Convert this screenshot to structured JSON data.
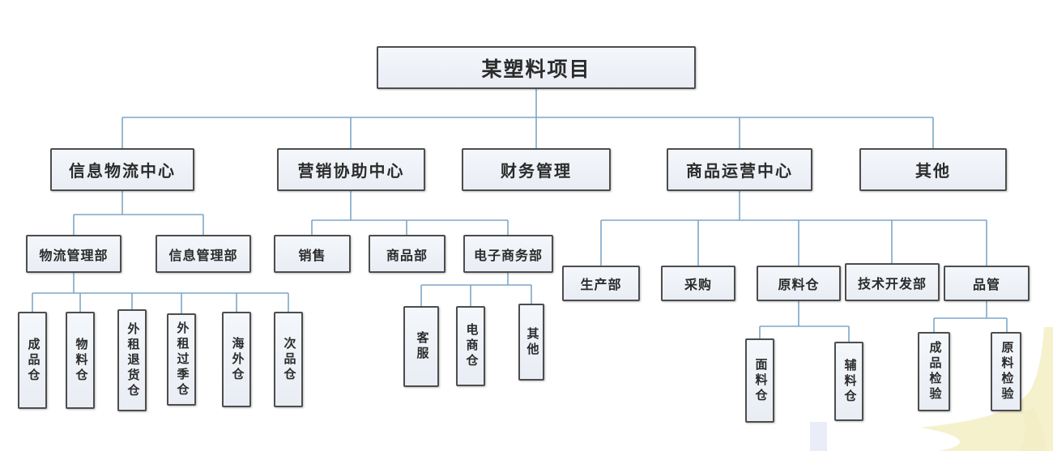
{
  "org": {
    "root": {
      "label": "某塑料项目"
    },
    "branches": [
      {
        "label": "信息物流中心",
        "children": [
          {
            "label": "物流管理部",
            "children": [
              {
                "label": "成品仓"
              },
              {
                "label": "物料仓"
              },
              {
                "label": "外租退货仓"
              },
              {
                "label": "外租过季仓"
              },
              {
                "label": "海外仓"
              },
              {
                "label": "次品仓"
              }
            ]
          },
          {
            "label": "信息管理部",
            "children": []
          }
        ]
      },
      {
        "label": "营销协助中心",
        "children": [
          {
            "label": "销售",
            "children": []
          },
          {
            "label": "商品部",
            "children": []
          },
          {
            "label": "电子商务部",
            "children": [
              {
                "label": "客服"
              },
              {
                "label": "电商仓"
              },
              {
                "label": "其他"
              }
            ]
          }
        ]
      },
      {
        "label": "财务管理",
        "children": []
      },
      {
        "label": "商品运营中心",
        "children": [
          {
            "label": "生产部",
            "children": []
          },
          {
            "label": "采购",
            "children": []
          },
          {
            "label": "原料仓",
            "children": [
              {
                "label": "面料仓"
              },
              {
                "label": "辅料仓"
              }
            ]
          },
          {
            "label": "技术开发部",
            "children": []
          },
          {
            "label": "品管",
            "children": [
              {
                "label": "成品检验"
              },
              {
                "label": "原料检验"
              }
            ]
          }
        ]
      },
      {
        "label": "其他",
        "children": []
      }
    ],
    "colors": {
      "box_fill": "#eef1f7",
      "box_border": "#4d4d4d",
      "connector_line": "#7ea6c8",
      "watermark": "#f5f1cd",
      "text": "#2b2b2b"
    }
  }
}
